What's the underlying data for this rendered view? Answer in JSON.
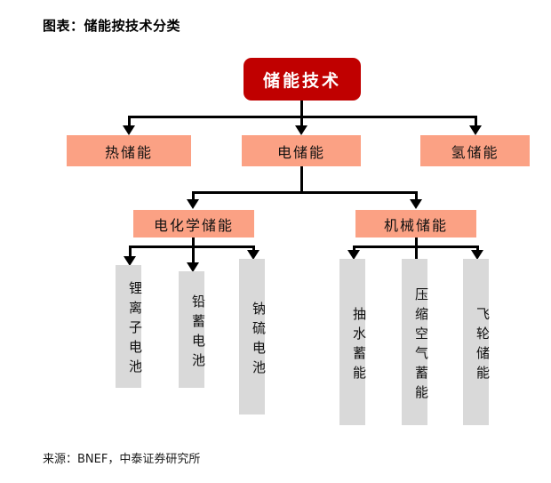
{
  "title": "图表：储能按技术分类",
  "source": "来源：BNEF，中泰证券研究所",
  "colors": {
    "root_fill": "#C00000",
    "root_text": "#FFFFFF",
    "branch_fill": "#FBA184",
    "leaf_fill": "#D9D9D9",
    "connector": "#000000",
    "background": "#FFFFFF"
  },
  "diagram": {
    "type": "tree",
    "root": {
      "label": "储能技术"
    },
    "level2": [
      {
        "label": "热储能"
      },
      {
        "label": "电储能"
      },
      {
        "label": "氢储能"
      }
    ],
    "level3": [
      {
        "label": "电化学储能"
      },
      {
        "label": "机械储能"
      }
    ],
    "leaves_electrochemical": [
      {
        "label": "锂离子电池"
      },
      {
        "label": "铅蓄电池"
      },
      {
        "label": "钠硫电池"
      }
    ],
    "leaves_mechanical": [
      {
        "label": "抽水蓄能"
      },
      {
        "label": "压缩空气蓄能"
      },
      {
        "label": "飞轮储能"
      }
    ]
  }
}
